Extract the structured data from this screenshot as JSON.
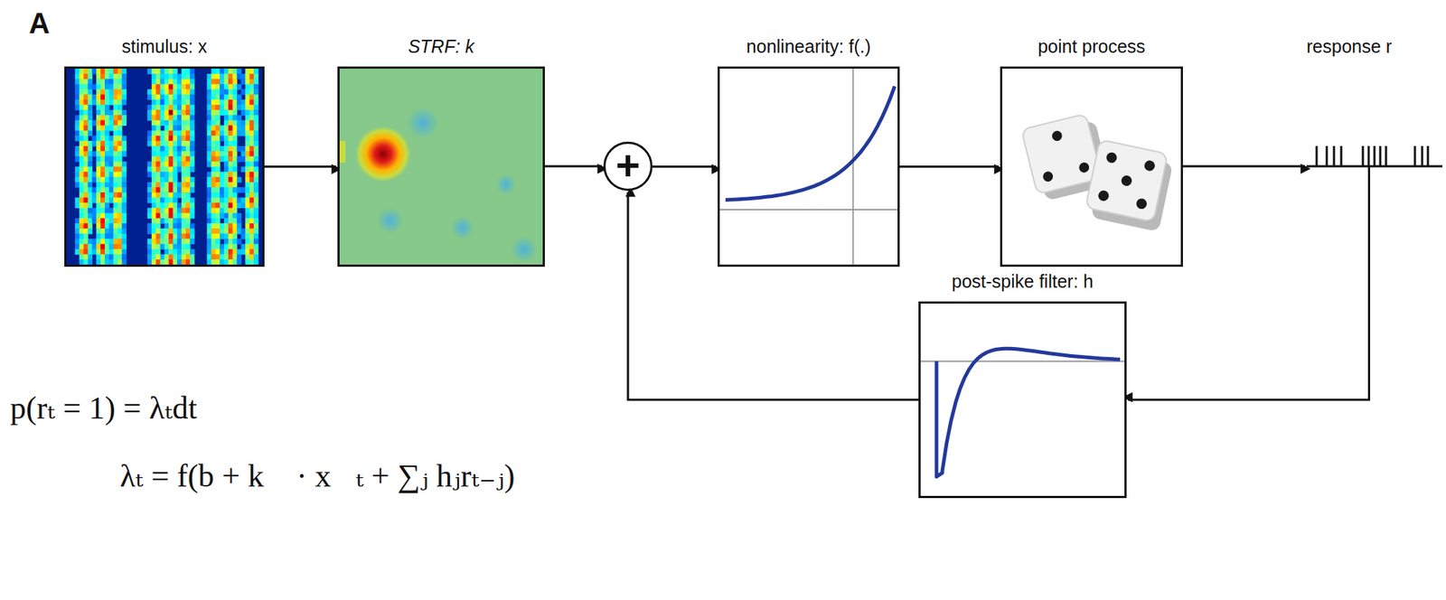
{
  "diagram": {
    "nodes": [
      {
        "text": [
          "stimulus: x"
        ]
      },
      {
        "text": [
          "STRF: k"
        ]
      },
      {
        "text": [
          "+"
        ]
      },
      {
        "text": [
          "nonlinearity: f(.)"
        ]
      },
      {
        "text": [
          "point process"
        ]
      },
      {
        "text": [
          "response r"
        ]
      },
      {
        "text": [
          "post-spike filter: h"
        ]
      }
    ],
    "edges": [
      {
        "from": 0,
        "to": 1,
        "arrow": "to"
      },
      {
        "from": 1,
        "to": 2,
        "arrow": "to"
      },
      {
        "from": 2,
        "to": 3,
        "arrow": "to"
      },
      {
        "from": 3,
        "to": 4,
        "arrow": "to"
      },
      {
        "from": 4,
        "to": 5,
        "arrow": "to"
      },
      {
        "from": 5,
        "to": 6,
        "arrow": "to"
      },
      {
        "from": 6,
        "to": 2,
        "arrow": "to"
      }
    ],
    "labels": [
      "A",
      "p(rₜ = 1) = λₜdt",
      "λₜ = f(b + k⃗ · x⃗ₜ + ∑ⱼ hⱼrₜ₋ⱼ)"
    ]
  }
}
